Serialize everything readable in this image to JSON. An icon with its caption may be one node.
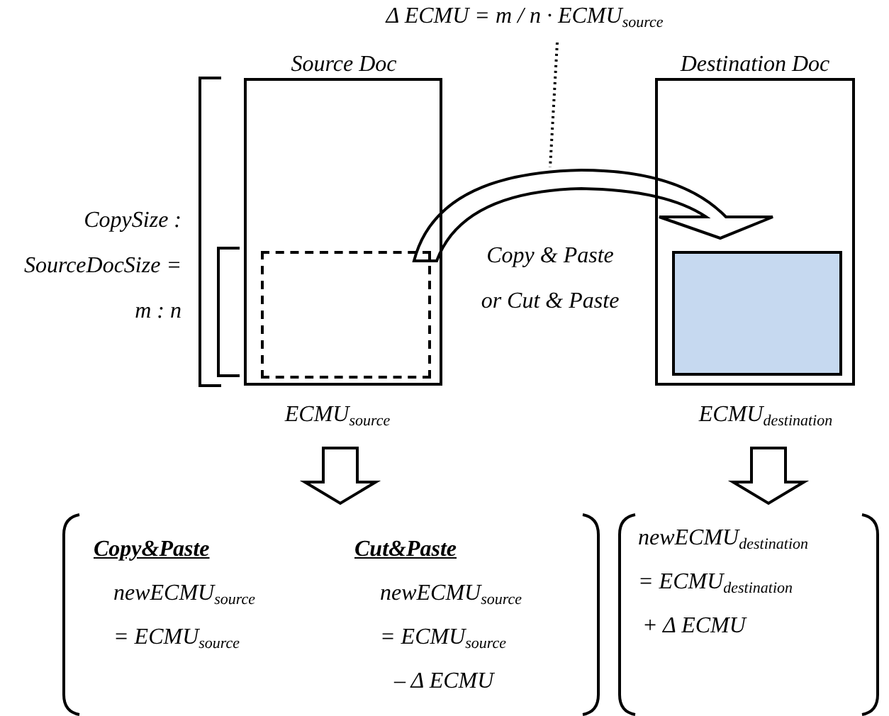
{
  "diagram": {
    "nodes": [
      {
        "text": [
          "Source Doc"
        ]
      },
      {
        "text": [],
        "shape": "box",
        "in": 0
      },
      {
        "text": [
          "Destination Doc"
        ]
      },
      {
        "text": [],
        "shape": "box",
        "in": 2
      },
      {
        "text": [
          "ECMU$_{source}$"
        ]
      },
      {
        "text": [
          "ECMU$_{destination}$"
        ]
      },
      {
        "text": [],
        "shape": "bracket"
      },
      {
        "text": [
          "Copy&Paste",
          "newECMU$_{source}$",
          "= ECMU$_{source}$"
        ],
        "in": 6
      },
      {
        "text": [
          "Cut&Paste",
          "newECMU$_{source}$",
          "= ECMU$_{source}$",
          "–  Δ ECMU"
        ],
        "in": 6
      },
      {
        "text": [
          "newECMU$_{destination}$",
          "= ECMU$_{destination}$",
          "+  Δ ECMU"
        ]
      },
      {
        "text": [
          "Δ ECMU = m / n  ·  ECMU$_{source}$"
        ]
      }
    ],
    "edges": [
      {
        "from": 0,
        "to": 2,
        "arrow": "to"
      },
      {
        "from": 10,
        "to": null,
        "arrow": "none",
        "style": "dashed"
      },
      {
        "from": 4,
        "to": 6,
        "arrow": "to"
      },
      {
        "from": 5,
        "to": 9,
        "arrow": "to"
      }
    ],
    "labels": [
      "CopySize : SourceDocSize = m : n",
      "Copy & Paste or Cut & Paste"
    ]
  }
}
